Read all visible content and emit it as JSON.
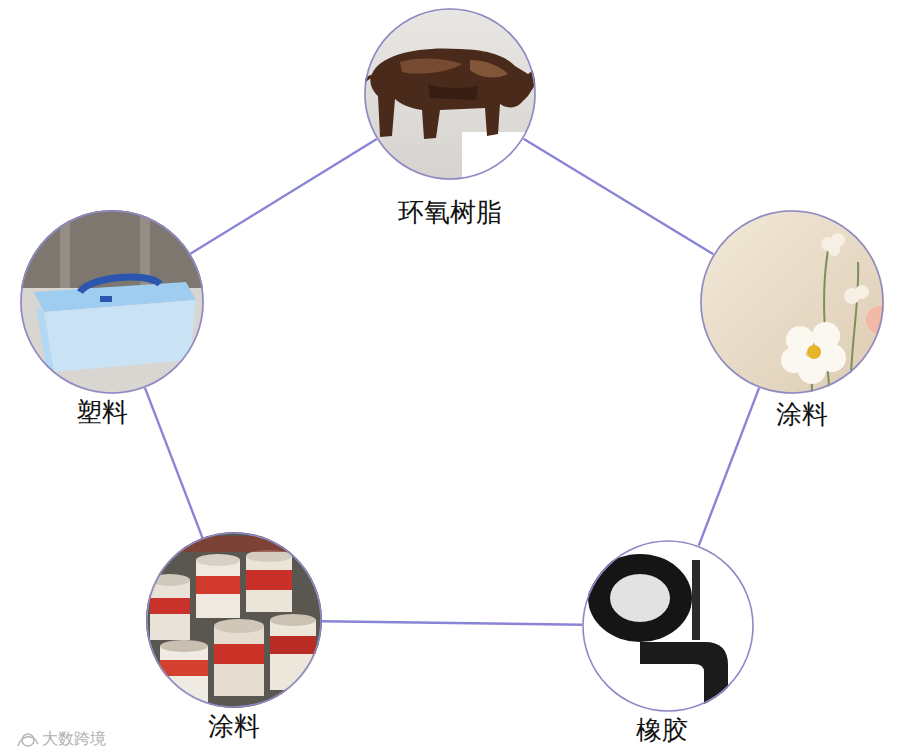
{
  "diagram": {
    "nodes": [
      {
        "text": [
          "环氧树脂"
        ]
      },
      {
        "text": [
          "塑料"
        ]
      },
      {
        "text": [
          "涂料"
        ]
      },
      {
        "text": [
          "涂料"
        ]
      },
      {
        "text": [
          "橡胶"
        ]
      }
    ],
    "edges": [
      {
        "from": 0,
        "to": 2,
        "arrow": "none"
      },
      {
        "from": 2,
        "to": 4,
        "arrow": "none"
      },
      {
        "from": 4,
        "to": 3,
        "arrow": "none"
      },
      {
        "from": 3,
        "to": 1,
        "arrow": "none"
      },
      {
        "from": 1,
        "to": 0,
        "arrow": "none"
      }
    ],
    "labels": [
      "大数跨境"
    ]
  }
}
